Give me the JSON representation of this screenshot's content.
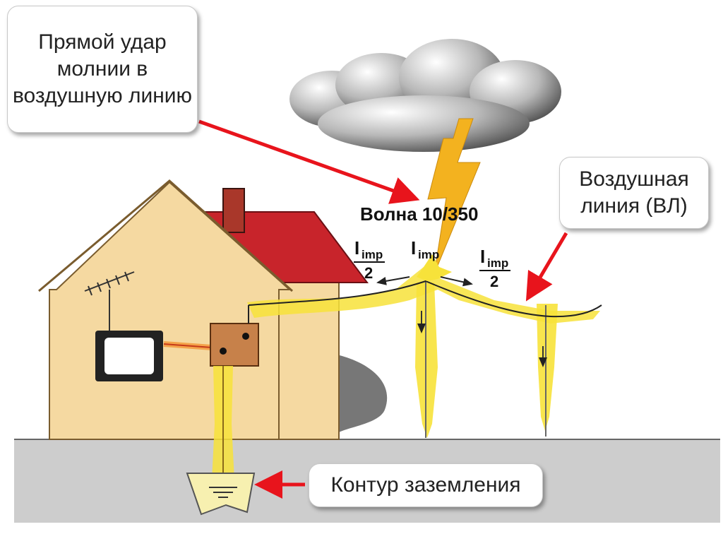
{
  "callouts": {
    "strike": "Прямой удар молнии в воздушную линию",
    "overhead_line": "Воздушная линия (ВЛ)",
    "grounding": "Контур заземления"
  },
  "labels": {
    "wave": "Волна 10/350",
    "current_symbol": "I",
    "current_subscript": "imp",
    "divisor": "2"
  },
  "colors": {
    "house_wall": "#f5d9a1",
    "roof": "#c8242b",
    "lightning": "#f3b21f",
    "surge_glow": "#f7e23a",
    "ground": "#cdcdcd",
    "arrow": "#e8141c"
  }
}
